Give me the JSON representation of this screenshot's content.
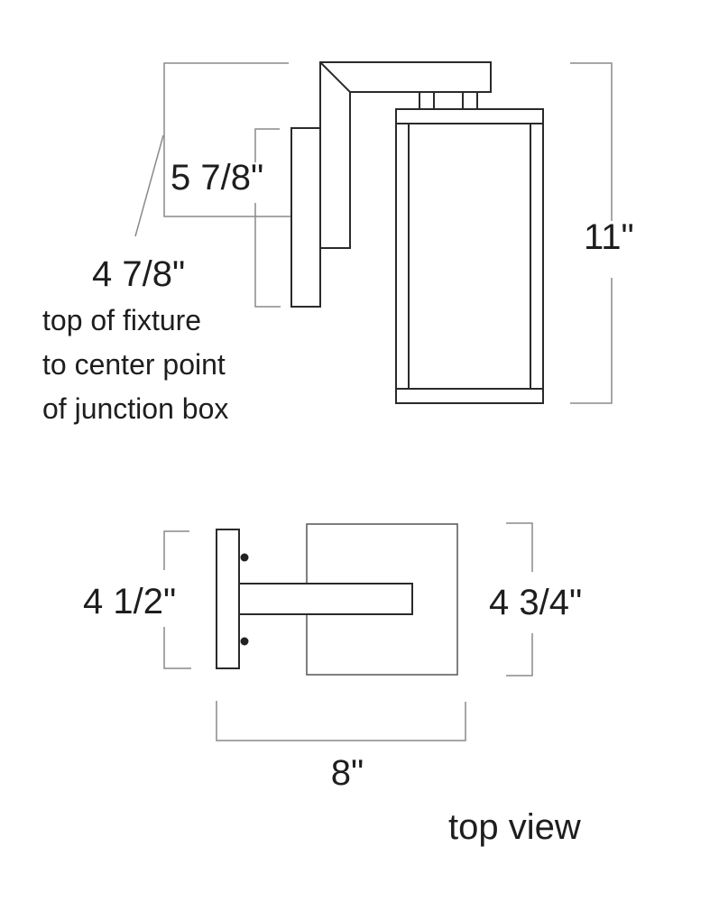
{
  "side_view": {
    "height_label": "11\"",
    "backplate_label": "5 7/8\"",
    "junction_label": "4 7/8\"",
    "junction_note": [
      "top of fixture",
      "to center point",
      "of junction box"
    ]
  },
  "top_view": {
    "backplate_width_label": "4 1/2\"",
    "lantern_width_label": "4 3/4\"",
    "extension_label": "8\"",
    "caption": "top view"
  }
}
